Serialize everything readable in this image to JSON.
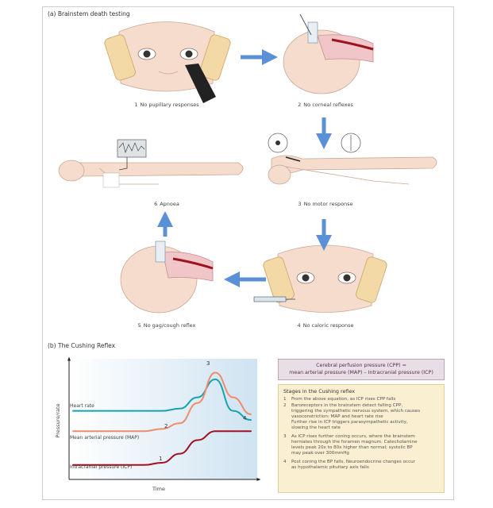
{
  "section_a": {
    "label": "(a)  Brainstem death testing"
  },
  "steps": [
    {
      "num": "1",
      "text": "No pupillary responses"
    },
    {
      "num": "2",
      "text": "No corneal reflexes"
    },
    {
      "num": "3",
      "text": "No motor response"
    },
    {
      "num": "4",
      "text": "No caloric response"
    },
    {
      "num": "5",
      "text": "No gag/cough reflex"
    },
    {
      "num": "6",
      "text": "Apnoea"
    }
  ],
  "section_b": {
    "label": "(b)  The Cushing Reflex"
  },
  "chart_data": {
    "type": "line",
    "title": "",
    "xlabel": "Time",
    "ylabel": "Pressure/rate",
    "x": [
      0,
      10,
      20,
      30,
      40,
      50,
      60,
      70,
      80,
      90,
      100
    ],
    "series": [
      {
        "name": "Heart rate",
        "color": "#17a2b0",
        "values": [
          58,
          58,
          58,
          58,
          58,
          58,
          60,
          70,
          86,
          58,
          50
        ]
      },
      {
        "name": "Mean arterial pressure (MAP)",
        "color": "#f08c6c",
        "values": [
          40,
          40,
          40,
          40,
          40,
          42,
          47,
          65,
          92,
          70,
          55
        ]
      },
      {
        "name": "Intracranial pressure (ICP)",
        "color": "#a0121f",
        "values": [
          10,
          10,
          10,
          10,
          10,
          12,
          20,
          32,
          40,
          40,
          40
        ]
      }
    ],
    "markers": [
      "1",
      "2",
      "3",
      "4"
    ]
  },
  "cpp": {
    "line1": "Cerebral perfusion pressure (CPP) =",
    "line2": "mean arterial pressure (MAP) – Intracranial pressure (ICP)"
  },
  "stages": {
    "title": "Stages in the Cushing reflex",
    "items": [
      {
        "num": "1",
        "lines": [
          "From the above equation, as ICP rises CPP falls"
        ]
      },
      {
        "num": "2",
        "lines": [
          "Baroreceptors in the brainstem detect falling CPP,",
          "triggering the sympathetic nervous system, which causes",
          "vasoconstriction: MAP and heart rate rise",
          "Further rise in ICP triggers parasympathetic activity,",
          "slowing the heart rate"
        ]
      },
      {
        "num": "3",
        "lines": [
          "As ICP rises further coning occurs, where the brainstem",
          "herniates through the foramen magnum. Catecholamine",
          "levels peak 20x to 80x higher than normal; systolic BP",
          "may peak over 300mmHg"
        ]
      },
      {
        "num": "4",
        "lines": [
          "Post coning the BP falls. Neuroendocrine changes occur",
          "as hypothalamic pituitary axis fails"
        ]
      }
    ]
  }
}
